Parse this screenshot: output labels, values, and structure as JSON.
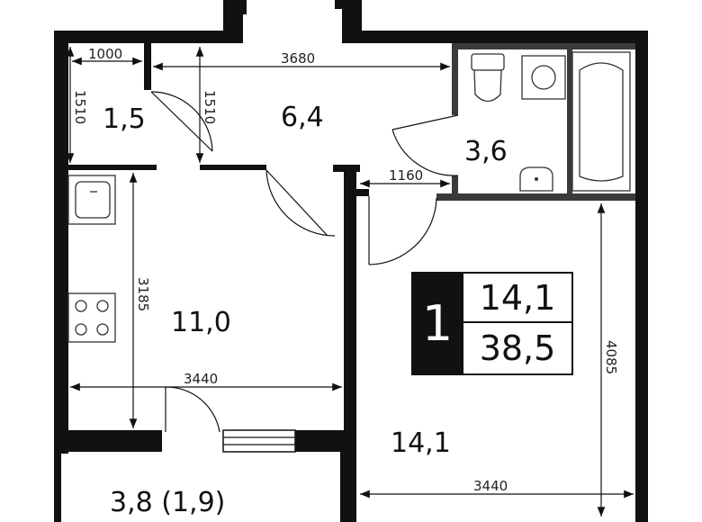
{
  "rooms": {
    "hall_small": "1,5",
    "corridor": "6,4",
    "bathroom": "3,6",
    "kitchen": "11,0",
    "living": "14,1",
    "loggia": "3,8 (1,9)"
  },
  "dimensions": {
    "d1000": "1000",
    "d3680": "3680",
    "d1510_left": "1510",
    "d1510_right": "1510",
    "d1160": "1160",
    "d3185": "3185",
    "d3440_kitchen": "3440",
    "d4085": "4085",
    "d3440_living": "3440"
  },
  "summary": {
    "rooms_count": "1",
    "living_area": "14,1",
    "total_area": "38,5"
  }
}
